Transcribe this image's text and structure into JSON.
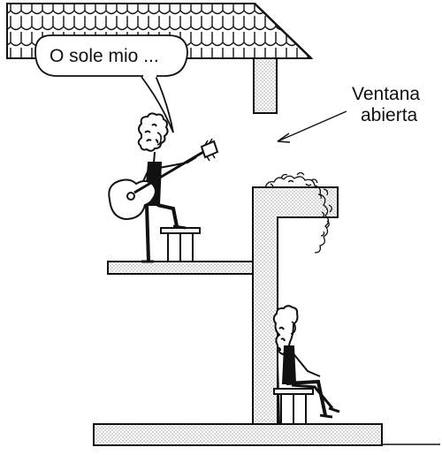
{
  "speech_bubble": {
    "text": "O sole mio ..."
  },
  "annotation": {
    "line1": "Ventana",
    "line2": "abierta"
  }
}
